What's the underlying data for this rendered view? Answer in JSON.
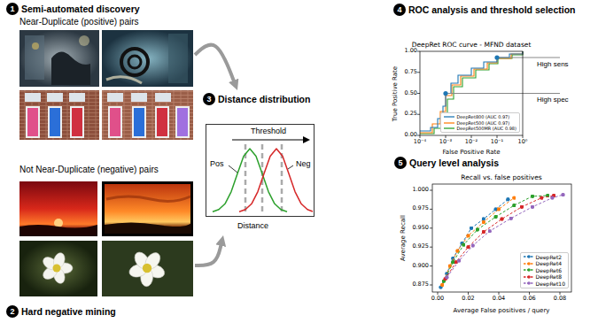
{
  "diagram": {
    "nodes": [
      {
        "text": [
          "1"
        ]
      },
      {
        "text": [
          "Near-Duplicate (positive) pairs"
        ]
      },
      {
        "text": [
          "2"
        ]
      },
      {
        "text": [
          "Not Near-Duplicate (negative) pairs"
        ]
      },
      {
        "text": [
          "3"
        ]
      },
      {
        "text": [
          "Distance distribution",
          "Threshold",
          "Pos",
          "Neg",
          "Distance"
        ]
      },
      {
        "text": [
          "4"
        ]
      },
      {
        "text": [
          "5"
        ]
      }
    ],
    "edges": [
      {
        "from": 1,
        "to": 5,
        "arrow": "to"
      },
      {
        "from": 3,
        "to": 5,
        "arrow": "to"
      }
    ],
    "labels": [
      "Semi-automated discovery",
      "Hard negative mining",
      "ROC analysis and threshold selection",
      "DeepRet ROC curve - MFND dataset",
      "True Positive Rate",
      "False Positive Rate",
      "0.00",
      "0.25",
      "0.50",
      "0.75",
      "1.00",
      "10⁻⁴",
      "10⁻³",
      "10⁻²",
      "10⁻¹",
      "10⁰",
      "High sens",
      "High spec",
      "Query level analysis",
      "Recall vs. false positives",
      "Average Recall",
      "Average False positives / query",
      "0.875",
      "0.900",
      "0.925",
      "0.950",
      "0.975",
      "1.000",
      "0.00",
      "0.02",
      "0.04",
      "0.06",
      "0.08"
    ],
    "legend": [
      {
        "text": "DeepRet800 (AUC 0.97)",
        "color": "#1f77b4"
      },
      {
        "text": "DeepRet500 (AUC 0.97)",
        "color": "#ff7f0e"
      },
      {
        "text": "DeepRet500MR (AUC 0.98)",
        "color": "#2ca02c"
      },
      {
        "text": "DeepRet2",
        "color": "#1f77b4"
      },
      {
        "text": "DeepRet4",
        "color": "#ff7f0e"
      },
      {
        "text": "DeepRet6",
        "color": "#2ca02c"
      },
      {
        "text": "DeepRet8",
        "color": "#d62728"
      },
      {
        "text": "DeepRet10",
        "color": "#9467bd"
      }
    ]
  }
}
